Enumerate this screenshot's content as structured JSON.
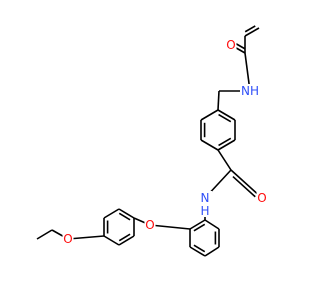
{
  "structure": {
    "atoms": [
      {
        "id": "O_acryl",
        "label": "O",
        "color": "#ff0d0d"
      },
      {
        "id": "N_amine",
        "label": "NH",
        "color": "#3050f8"
      },
      {
        "id": "O_amide",
        "label": "O",
        "color": "#ff0d0d"
      },
      {
        "id": "N_amide",
        "label": "N",
        "sub": "H",
        "color": "#3050f8"
      },
      {
        "id": "O_ether",
        "label": "O",
        "color": "#ff0d0d"
      },
      {
        "id": "O_ethoxy",
        "label": "O",
        "color": "#ff0d0d"
      }
    ],
    "bond_color": "#000000"
  }
}
